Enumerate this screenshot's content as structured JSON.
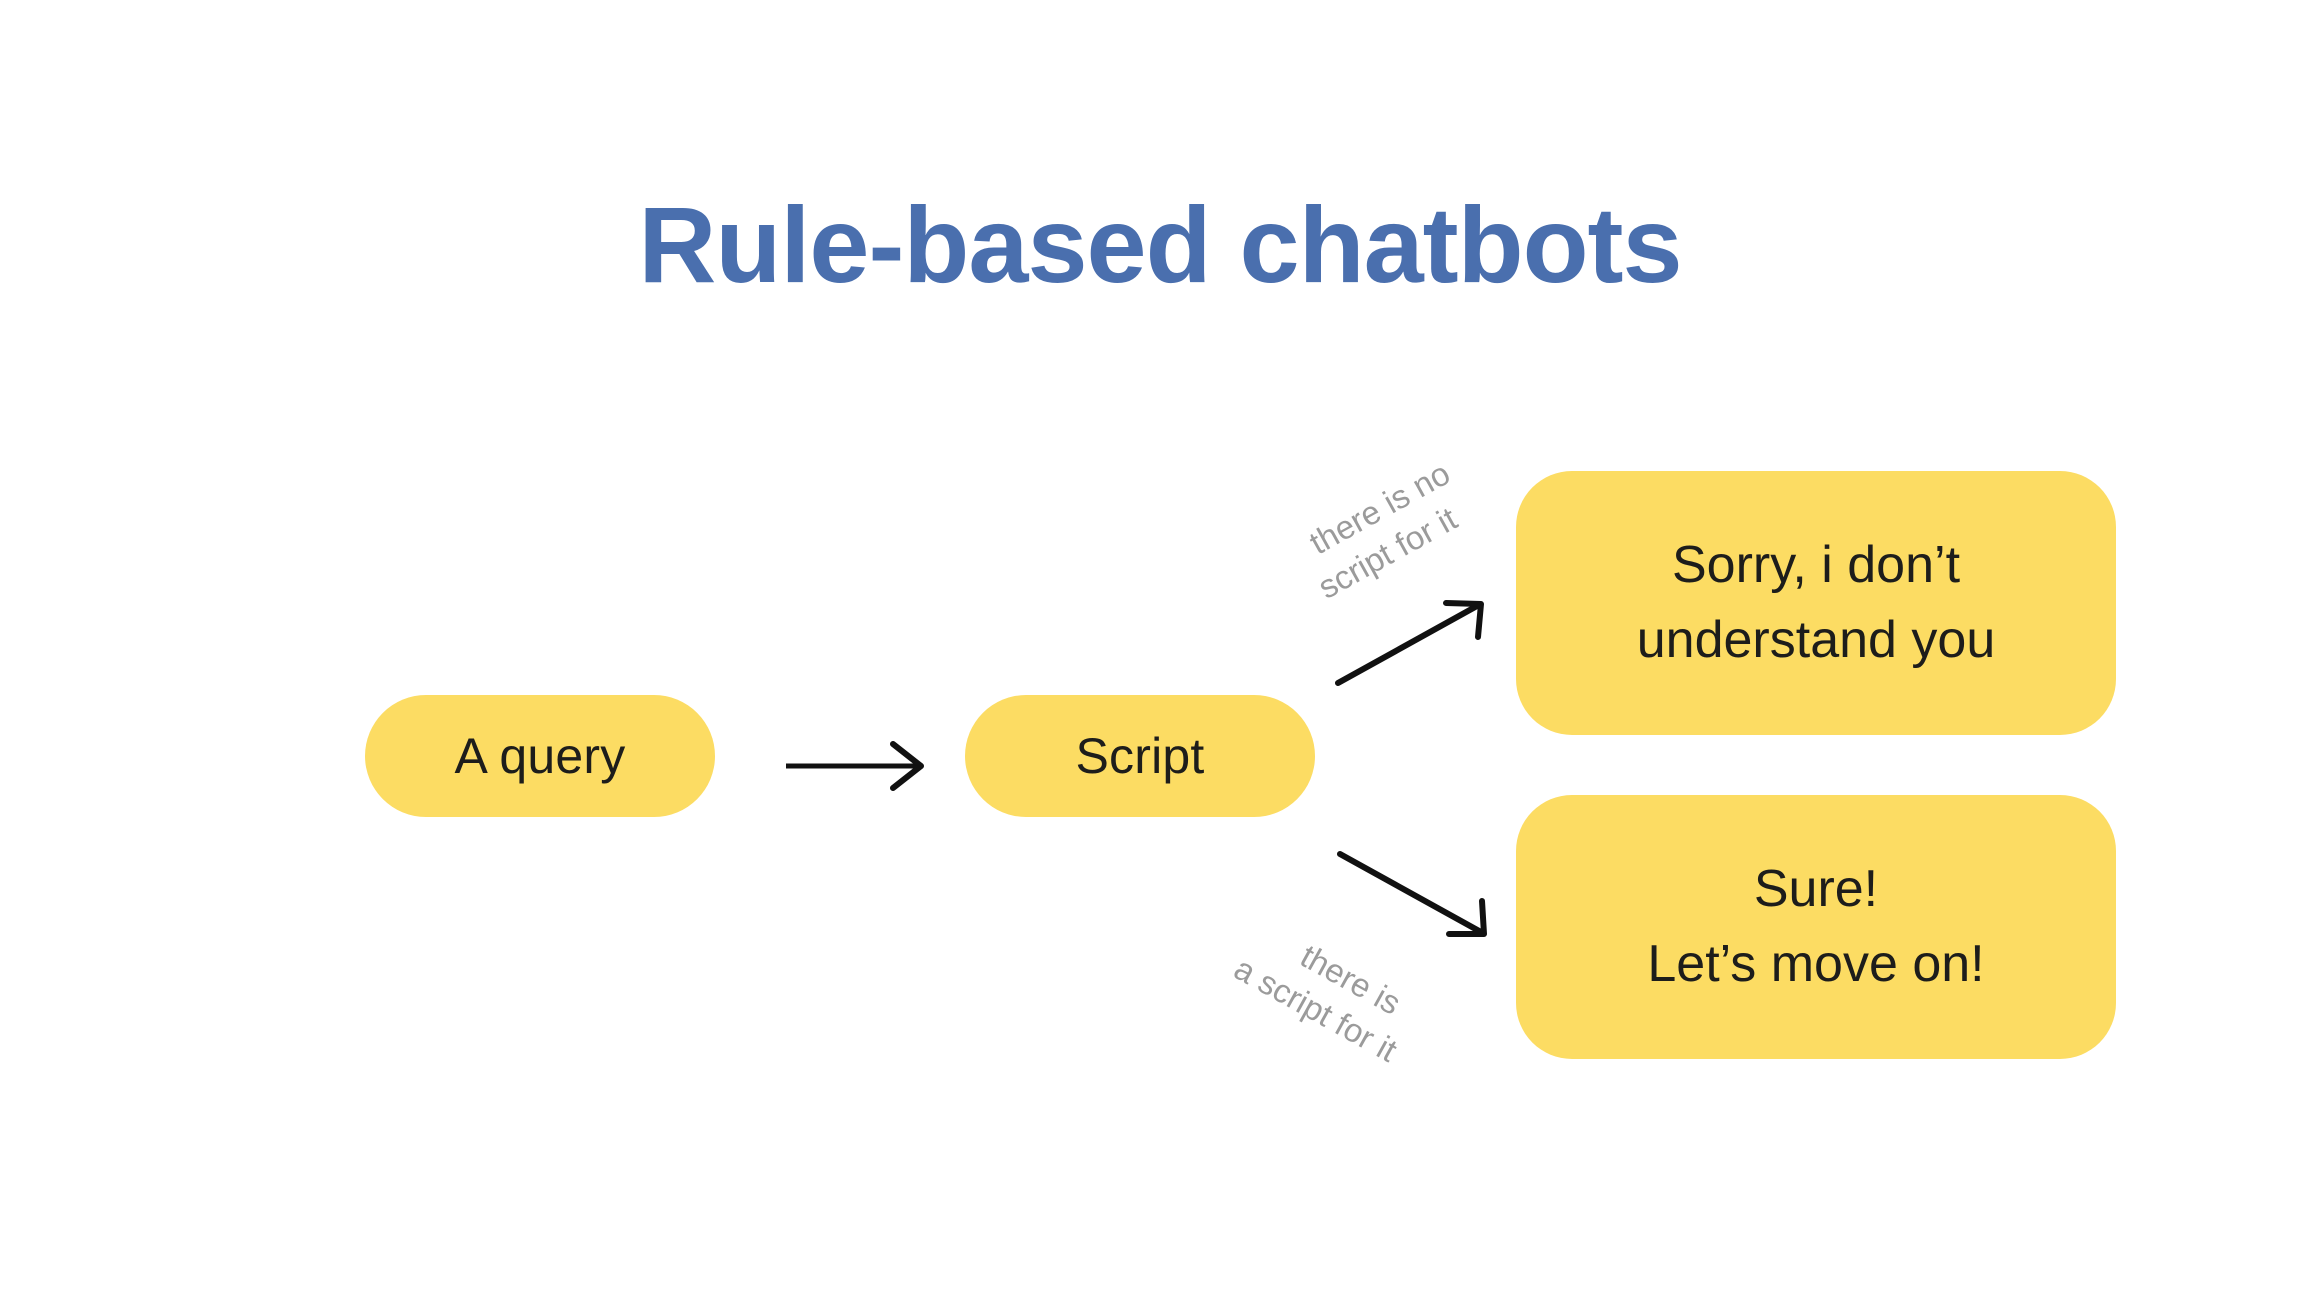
{
  "slide": {
    "title": "Rule-based chatbots",
    "background_color": "#ffffff",
    "title_color": "#4a6fae",
    "node_color": "#fcdc63",
    "node_text_color": "#1d1d1b",
    "arrow_color": "#111111",
    "edge_label_color": "#9b9b9b"
  },
  "diagram": {
    "nodes": [
      {
        "id": "query",
        "label": "A query",
        "shape": "pill"
      },
      {
        "id": "script",
        "label": "Script",
        "shape": "pill"
      }
    ],
    "bubbles": [
      {
        "id": "no-script",
        "lines": [
          "Sorry, i don’t",
          "understand you"
        ],
        "shape": "rounded-rect"
      },
      {
        "id": "has-script",
        "lines": [
          "Sure!",
          "Let’s move on!"
        ],
        "shape": "rounded-rect"
      }
    ],
    "edges": [
      {
        "id": "query-to-script",
        "label_lines": [],
        "direction": "right"
      },
      {
        "id": "script-to-no-script",
        "label_lines": [
          "there is no",
          "script for it"
        ],
        "direction": "up-right"
      },
      {
        "id": "script-to-has-script",
        "label_lines": [
          "there is",
          "a script for it"
        ],
        "direction": "down-right"
      }
    ]
  },
  "icons": {
    "arrow_right": "arrow-right-icon",
    "arrow_up_right": "arrow-up-right-icon",
    "arrow_down_right": "arrow-down-right-icon"
  }
}
